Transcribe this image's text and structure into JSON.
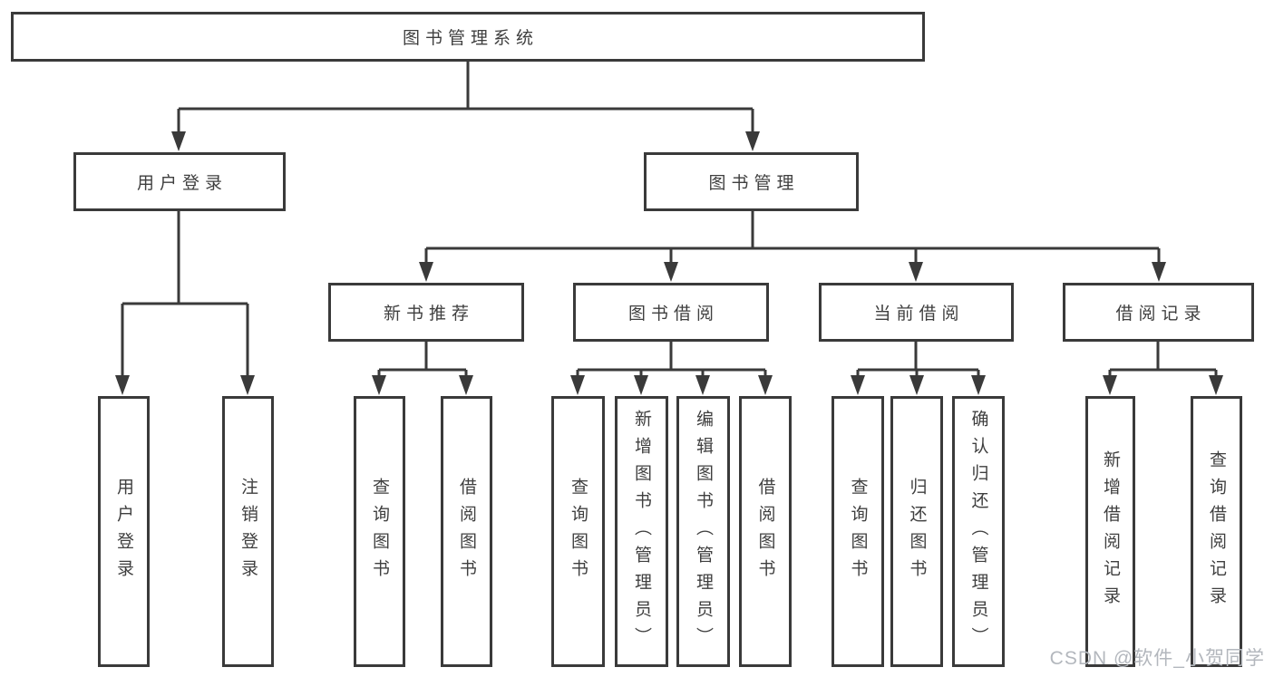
{
  "colors": {
    "line": "#3a3a3a",
    "text": "#3f3f3f",
    "watermark": "#b3b7bd",
    "background": "#ffffff"
  },
  "watermark": {
    "text": "CSDN @软件_小贺同学"
  },
  "tree": {
    "label": "图书管理系统",
    "children": [
      {
        "label": "用户登录",
        "children": [
          {
            "label": "用户登录"
          },
          {
            "label": "注销登录"
          }
        ]
      },
      {
        "label": "图书管理",
        "children": [
          {
            "label": "新书推荐",
            "children": [
              {
                "label": "查询图书"
              },
              {
                "label": "借阅图书"
              }
            ]
          },
          {
            "label": "图书借阅",
            "children": [
              {
                "label": "查询图书"
              },
              {
                "label": "新增图书（管理员）"
              },
              {
                "label": "编辑图书（管理员）"
              },
              {
                "label": "借阅图书"
              }
            ]
          },
          {
            "label": "当前借阅",
            "children": [
              {
                "label": "查询图书"
              },
              {
                "label": "归还图书"
              },
              {
                "label": "确认归还（管理员）"
              }
            ]
          },
          {
            "label": "借阅记录",
            "children": [
              {
                "label": "新增借阅记录"
              },
              {
                "label": "查询借阅记录"
              }
            ]
          }
        ]
      }
    ]
  }
}
